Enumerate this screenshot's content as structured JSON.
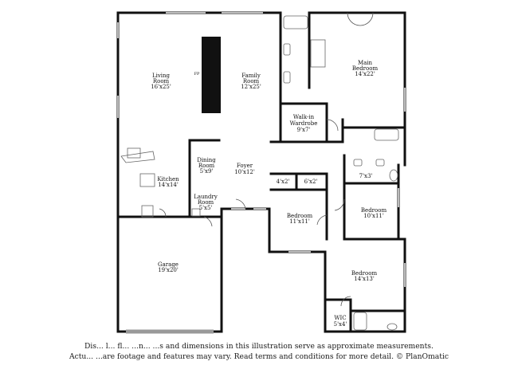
{
  "floor_plan": {
    "rooms": {
      "living_room": {
        "name_line1": "Living",
        "name_line2": "Room",
        "dimensions": "16'x25'"
      },
      "family_room": {
        "name_line1": "Family",
        "name_line2": "Room",
        "dimensions": "12'x25'"
      },
      "fireplace": {
        "label": "FP"
      },
      "main_bedroom": {
        "name_line1": "Main",
        "name_line2": "Bedroom",
        "dimensions": "14'x22'"
      },
      "walk_in_wardrobe": {
        "name_line1": "Walk-in",
        "name_line2": "Wardrobe",
        "dimensions": "9'x7'"
      },
      "dining_room": {
        "name_line1": "Dining",
        "name_line2": "Room",
        "dimensions": "5'x9'"
      },
      "foyer": {
        "name": "Foyer",
        "dimensions": "10'x12'"
      },
      "kitchen": {
        "name": "Kitchen",
        "dimensions": "14'x14'"
      },
      "laundry_room": {
        "name_line1": "Laundry",
        "name_line2": "Room",
        "dimensions": "5'x5'"
      },
      "closet_a": {
        "dimensions": "4'x2'"
      },
      "closet_b": {
        "dimensions": "6'x2'"
      },
      "bath_small": {
        "dimensions": "7'x3'"
      },
      "bedroom_center": {
        "name": "Bedroom",
        "dimensions": "11'x11'"
      },
      "bedroom_right": {
        "name": "Bedroom",
        "dimensions": "10'x11'"
      },
      "bedroom_lower": {
        "name": "Bedroom",
        "dimensions": "14'x13'"
      },
      "garage": {
        "name": "Garage",
        "dimensions": "19'x20'"
      },
      "wic": {
        "name": "WIC",
        "dimensions": "5'x4'"
      }
    }
  },
  "disclaimer": {
    "line1": "Dis... l... fl... ...n... ...s and dimensions in this illustration serve as approximate measurements.",
    "line2": "Actu... ...are footage and features may vary. Read terms and conditions for more detail. © PlanOmatic"
  }
}
